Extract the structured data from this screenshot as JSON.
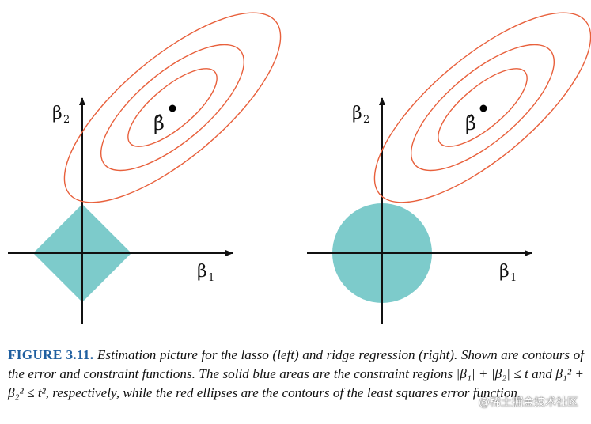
{
  "left_panel": {
    "x_axis_label": "β",
    "x_axis_sub": "1",
    "y_axis_label": "β",
    "y_axis_sub": "2",
    "estimate_label": "β̂",
    "constraint_shape": "diamond"
  },
  "right_panel": {
    "x_axis_label": "β",
    "x_axis_sub": "1",
    "y_axis_label": "β",
    "y_axis_sub": "2",
    "estimate_label": "β̂",
    "constraint_shape": "disk"
  },
  "colors": {
    "constraint_fill": "#7dcbcb",
    "contour_stroke": "#e8603c",
    "axis": "#111111",
    "figure_label": "#1f5fa0"
  },
  "caption": {
    "figure_label": "FIGURE 3.11.",
    "text_1": "Estimation picture for the lasso (left) and ridge regression (right). Shown are contours of the error and constraint functions. The solid blue areas are the constraint regions ",
    "lasso_constraint": "|β₁| + |β₂| ≤ t",
    "text_and": " and ",
    "ridge_constraint": "β₁² + β₂² ≤ t²",
    "text_2": ", respectively, while the red ellipses are the contours of the least squares error function."
  },
  "watermark": "@稀土掘金技术社区"
}
